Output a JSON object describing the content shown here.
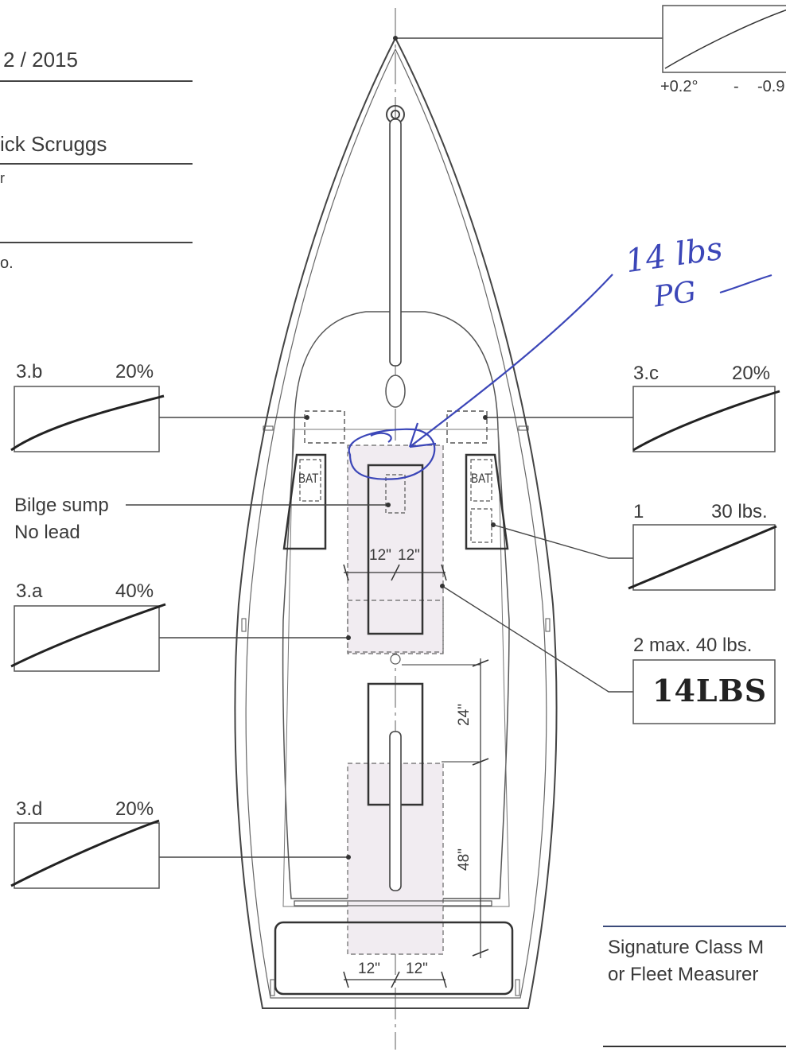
{
  "form": {
    "date": "2 / 2015",
    "owner_name": "ick Scruggs",
    "fragment_r": "r",
    "fragment_o": "o."
  },
  "top_gauge": {
    "range_left": "+0.2°",
    "range_dash": "-",
    "range_right": "-0.9"
  },
  "gauges": [
    {
      "id": "3.b",
      "label": "3.b",
      "percent": "20%"
    },
    {
      "id": "3.c",
      "label": "3.c",
      "percent": "20%"
    },
    {
      "id": "3.a",
      "label": "3.a",
      "percent": "40%"
    },
    {
      "id": "3.d",
      "label": "3.d",
      "percent": "20%"
    },
    {
      "id": "1",
      "label": "1",
      "percent": "30 lbs."
    }
  ],
  "gauge_2": {
    "label": "2  max. 40 lbs.",
    "handwritten_value": "14LBS"
  },
  "bilge": {
    "line1": "Bilge sump",
    "line2": "No lead"
  },
  "battery_label_left": "BAT",
  "battery_label_right": "BAT",
  "dimensions": {
    "top_left": "12\"",
    "top_right": "12\"",
    "bottom_left": "12\"",
    "bottom_right": "12\"",
    "vertical_upper": "24\"",
    "vertical_lower": "48\""
  },
  "annotation": {
    "line1": "14 lbs",
    "line2": "PG"
  },
  "signature": {
    "line1": "Signature Class M",
    "line2": "or Fleet Measurer"
  },
  "colors": {
    "ink": "#333333",
    "pen_blue": "#3b46b8",
    "shade": "#ece8ee"
  }
}
